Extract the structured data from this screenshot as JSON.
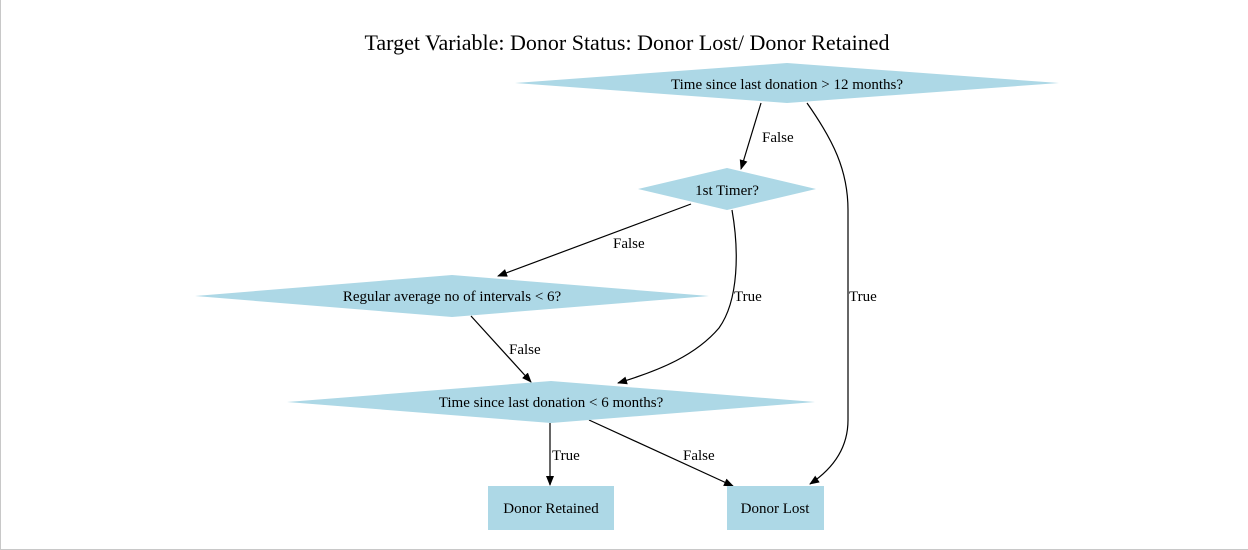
{
  "title": "Target Variable: Donor Status:  Donor Lost/ Donor Retained",
  "colors": {
    "node_fill": "#add8e6",
    "edge": "#000000",
    "text": "#000000",
    "background": "#ffffff"
  },
  "nodes": {
    "q1": {
      "label": "Time since last donation > 12 months?",
      "shape": "diamond"
    },
    "q2": {
      "label": "1st Timer?",
      "shape": "diamond"
    },
    "q3": {
      "label": "Regular average no of intervals < 6?",
      "shape": "diamond"
    },
    "q4": {
      "label": "Time since last donation < 6 months?",
      "shape": "diamond"
    },
    "retained": {
      "label": "Donor Retained",
      "shape": "box"
    },
    "lost": {
      "label": "Donor Lost",
      "shape": "box"
    }
  },
  "edges": {
    "q1_q2": {
      "from": "q1",
      "to": "q2",
      "label": "False"
    },
    "q1_lost": {
      "from": "q1",
      "to": "lost",
      "label": "True"
    },
    "q2_q3": {
      "from": "q2",
      "to": "q3",
      "label": "False"
    },
    "q2_q4": {
      "from": "q2",
      "to": "q4",
      "label": "True"
    },
    "q3_q4": {
      "from": "q3",
      "to": "q4",
      "label": "False"
    },
    "q4_retained": {
      "from": "q4",
      "to": "retained",
      "label": "True"
    },
    "q4_lost": {
      "from": "q4",
      "to": "lost",
      "label": "False"
    }
  }
}
